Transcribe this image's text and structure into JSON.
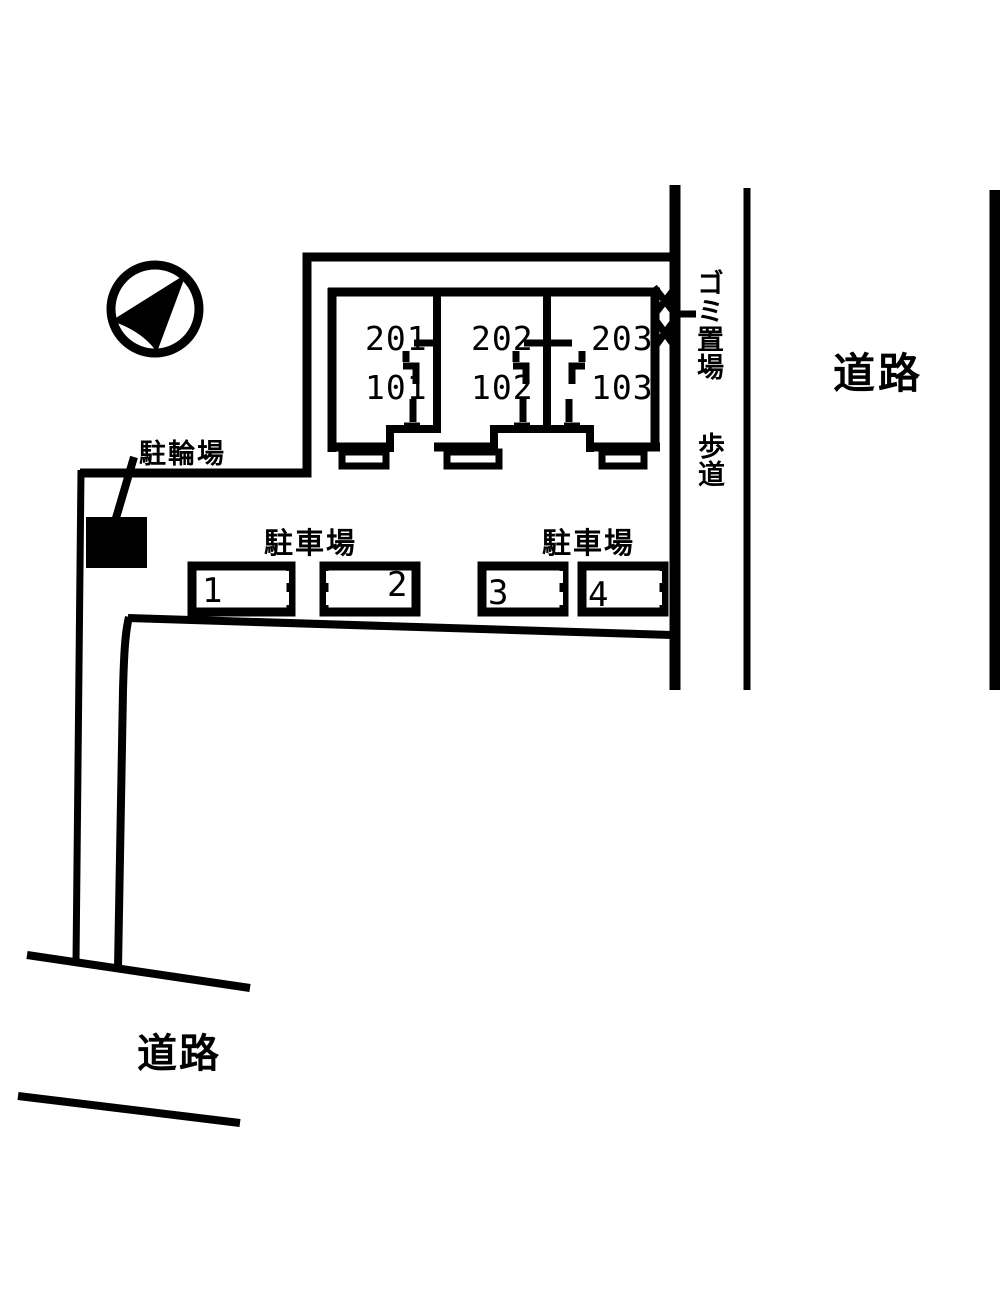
{
  "colors": {
    "ink": "#000000",
    "paper": "#ffffff"
  },
  "labels": {
    "road_right": "道路",
    "road_bottom": "道路",
    "sidewalk": "歩道",
    "garbage_area": "ゴミ置場",
    "bicycle_parking": "駐輪場",
    "parking_left": "駐車場",
    "parking_right": "駐車場"
  },
  "building": {
    "units": [
      {
        "upper": "201",
        "lower": "101"
      },
      {
        "upper": "202",
        "lower": "102"
      },
      {
        "upper": "203",
        "lower": "103"
      }
    ]
  },
  "parking_spaces": [
    "1",
    "2",
    "3",
    "4"
  ],
  "icons": {
    "compass": "north-arrow-icon",
    "garbage_marker": "x-cross-icon",
    "stairs": "stairs-icon"
  }
}
